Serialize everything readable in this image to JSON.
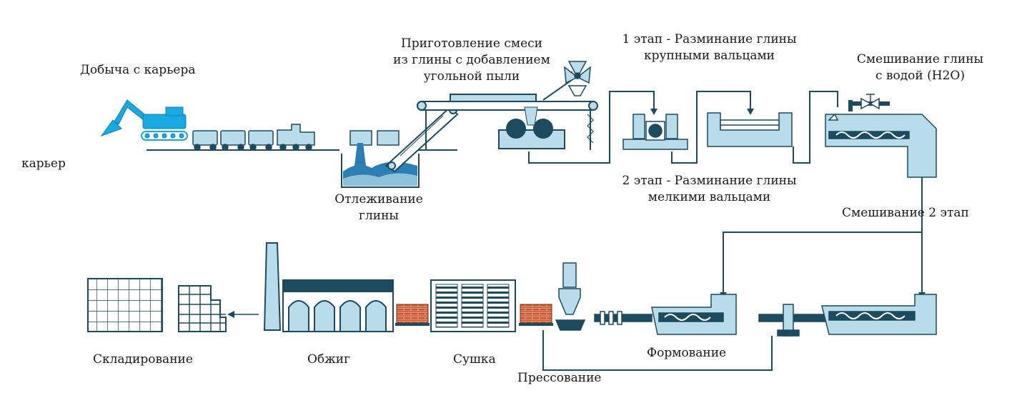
{
  "labels": {
    "quarry_extraction": "Добыча с карьера",
    "quarry": "карьер",
    "mix_prep_line1": "Приготовление смеси",
    "mix_prep_line2": "из глины с добавлением",
    "mix_prep_line3": "угольной пыли",
    "stage1_line1": "1 этап - Разминание глины",
    "stage1_line2": "крупными вальцами",
    "water_mix_line1": "Смешивание глины",
    "water_mix_line2": "с водой (H2O)",
    "aging_line1": "Отлеживание",
    "aging_line2": "глины",
    "stage2_line1": "2 этап - Разминание глины",
    "stage2_line2": "мелкими вальцами",
    "mixing_stage2": "Смешивание 2 этап",
    "storage": "Складирование",
    "firing": "Обжиг",
    "drying": "Сушка",
    "forming": "Формование",
    "pressing": "Прессование"
  },
  "colors": {
    "machine_fill": "#b9dcea",
    "machine_stroke": "#1c4a5f",
    "flow_line": "#1c4a5f",
    "excavator": "#1aa8e0",
    "brick": "#c8552e",
    "water": "#2b7fb3"
  }
}
